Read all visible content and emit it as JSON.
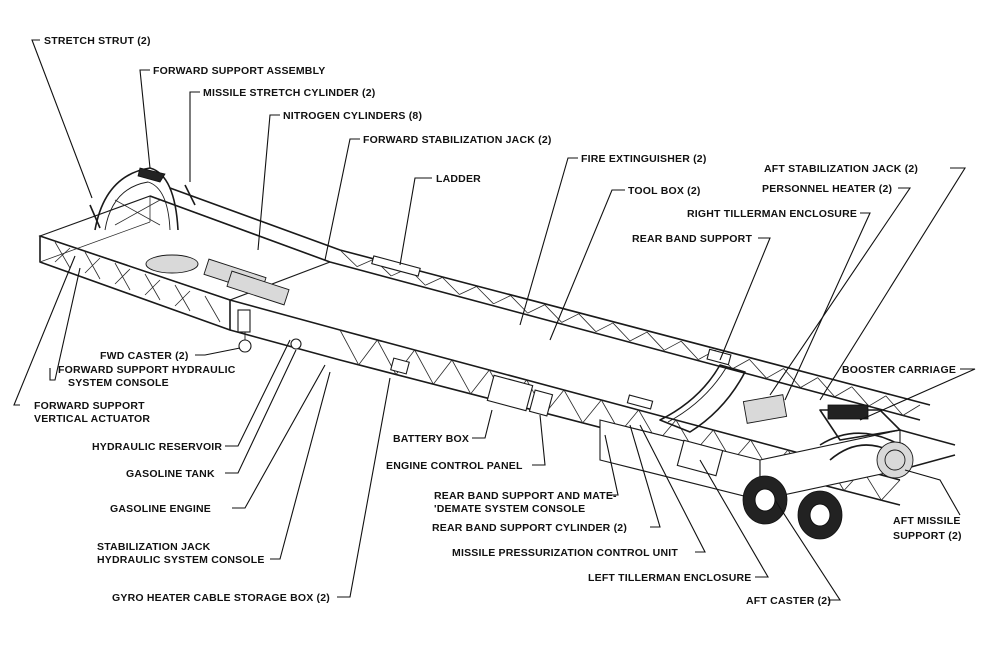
{
  "callouts": {
    "stretch_strut": "STRETCH STRUT (2)",
    "forward_support_assembly": "FORWARD SUPPORT ASSEMBLY",
    "missile_stretch_cylinder": "MISSILE STRETCH CYLINDER (2)",
    "nitrogen_cylinders": "NITROGEN CYLINDERS (8)",
    "forward_stabilization_jack": "FORWARD STABILIZATION JACK (2)",
    "ladder": "LADDER",
    "fire_extinguisher": "FIRE EXTINGUISHER (2)",
    "tool_box": "TOOL BOX (2)",
    "aft_stabilization_jack": "AFT STABILIZATION JACK (2)",
    "personnel_heater": "PERSONNEL HEATER (2)",
    "right_tillerman_enclosure": "RIGHT TILLERMAN ENCLOSURE",
    "rear_band_support": "REAR BAND SUPPORT",
    "booster_carriage": "BOOSTER CARRIAGE",
    "fwd_caster": "FWD CASTER (2)",
    "forward_support_hydraulic_line1": "FORWARD SUPPORT HYDRAULIC",
    "forward_support_hydraulic_line2": "SYSTEM CONSOLE",
    "forward_support_vertical_line1": "FORWARD SUPPORT",
    "forward_support_vertical_line2": "VERTICAL ACTUATOR",
    "hydraulic_reservoir": "HYDRAULIC RESERVOIR",
    "gasoline_tank": "GASOLINE TANK",
    "gasoline_engine": "GASOLINE  ENGINE",
    "stabilization_jack_line1": "STABILIZATION JACK",
    "stabilization_jack_line2": "HYDRAULIC SYSTEM CONSOLE",
    "gyro_heater": "GYRO HEATER CABLE STORAGE BOX (2)",
    "battery_box": "BATTERY BOX",
    "engine_control_panel": "ENGINE CONTROL PANEL",
    "rear_band_mate_line1": "REAR BAND SUPPORT AND MATE-",
    "rear_band_mate_line2": "'DEMATE SYSTEM CONSOLE",
    "rear_band_support_cylinder": "REAR BAND  SUPPORT  CYLINDER (2)",
    "missile_pressurization": "MISSILE PRESSURIZATION  CONTROL UNIT",
    "left_tillerman_enclosure": "LEFT TILLERMAN  ENCLOSURE",
    "aft_caster": "AFT CASTER (2)",
    "aft_missile_line1": "AFT MISSILE",
    "aft_missile_line2": "SUPPORT (2)"
  }
}
